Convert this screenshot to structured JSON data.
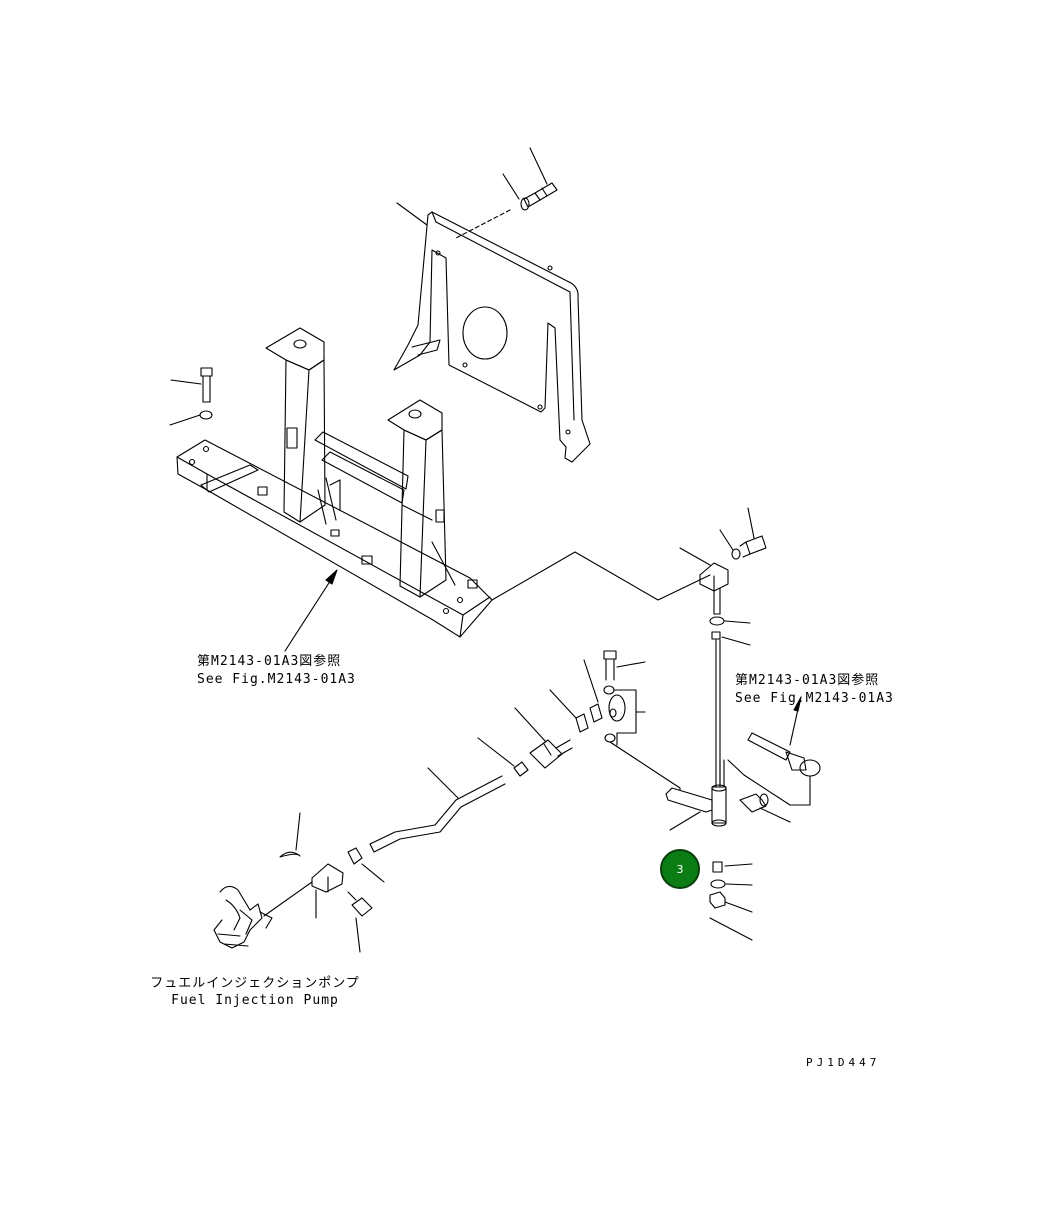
{
  "labels": {
    "ref_left_jp": "第M2143-01A3図参照",
    "ref_left_en": "See Fig.M2143-01A3",
    "ref_right_jp": "第M2143-01A3図参照",
    "ref_right_en": "See Fig.M2143-01A3",
    "pump_jp": "フュエルインジェクションポンプ",
    "pump_en": "Fuel Injection Pump",
    "drawing_code": "PJ1D447"
  },
  "callout": {
    "number": "3",
    "color": "#0c7d14"
  }
}
